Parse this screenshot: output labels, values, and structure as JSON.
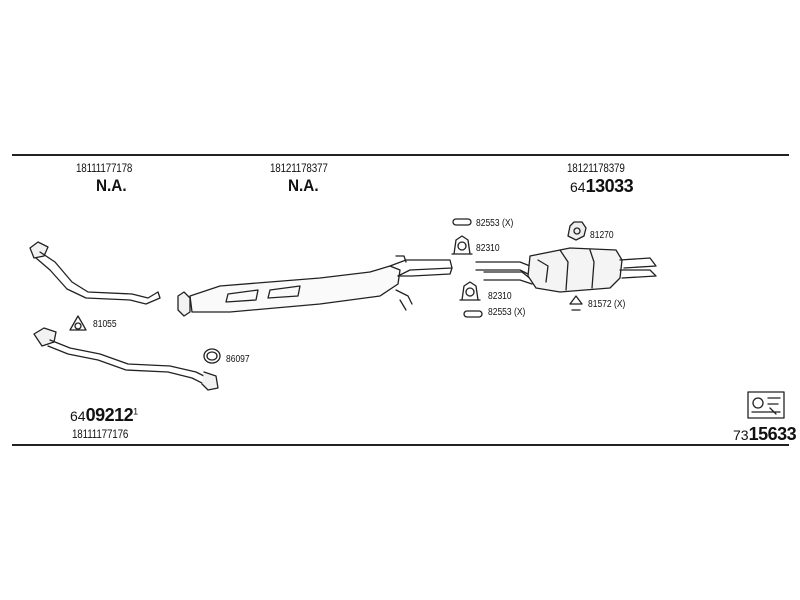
{
  "columns": [
    {
      "part_number": "18111177178",
      "status": "N.A."
    },
    {
      "part_number": "18121178377",
      "status": "N.A."
    },
    {
      "part_number": "18121178379",
      "code_prefix": "64",
      "code_main": "13033"
    }
  ],
  "labels": {
    "gasket_front": "81055",
    "ring_86097": "86097",
    "clamp_top": "82553 (X)",
    "hanger_top": "82310",
    "mount_81270": "81270",
    "hanger_bottom": "82310",
    "clamp_bottom": "82553 (X)",
    "hanger_81572": "81572 (X)"
  },
  "footer": {
    "left_code_prefix": "64",
    "left_code_main": "09212",
    "left_code_sup": "1",
    "left_part_number": "18111177176",
    "right_code_prefix": "73",
    "right_code_main": "15633"
  }
}
